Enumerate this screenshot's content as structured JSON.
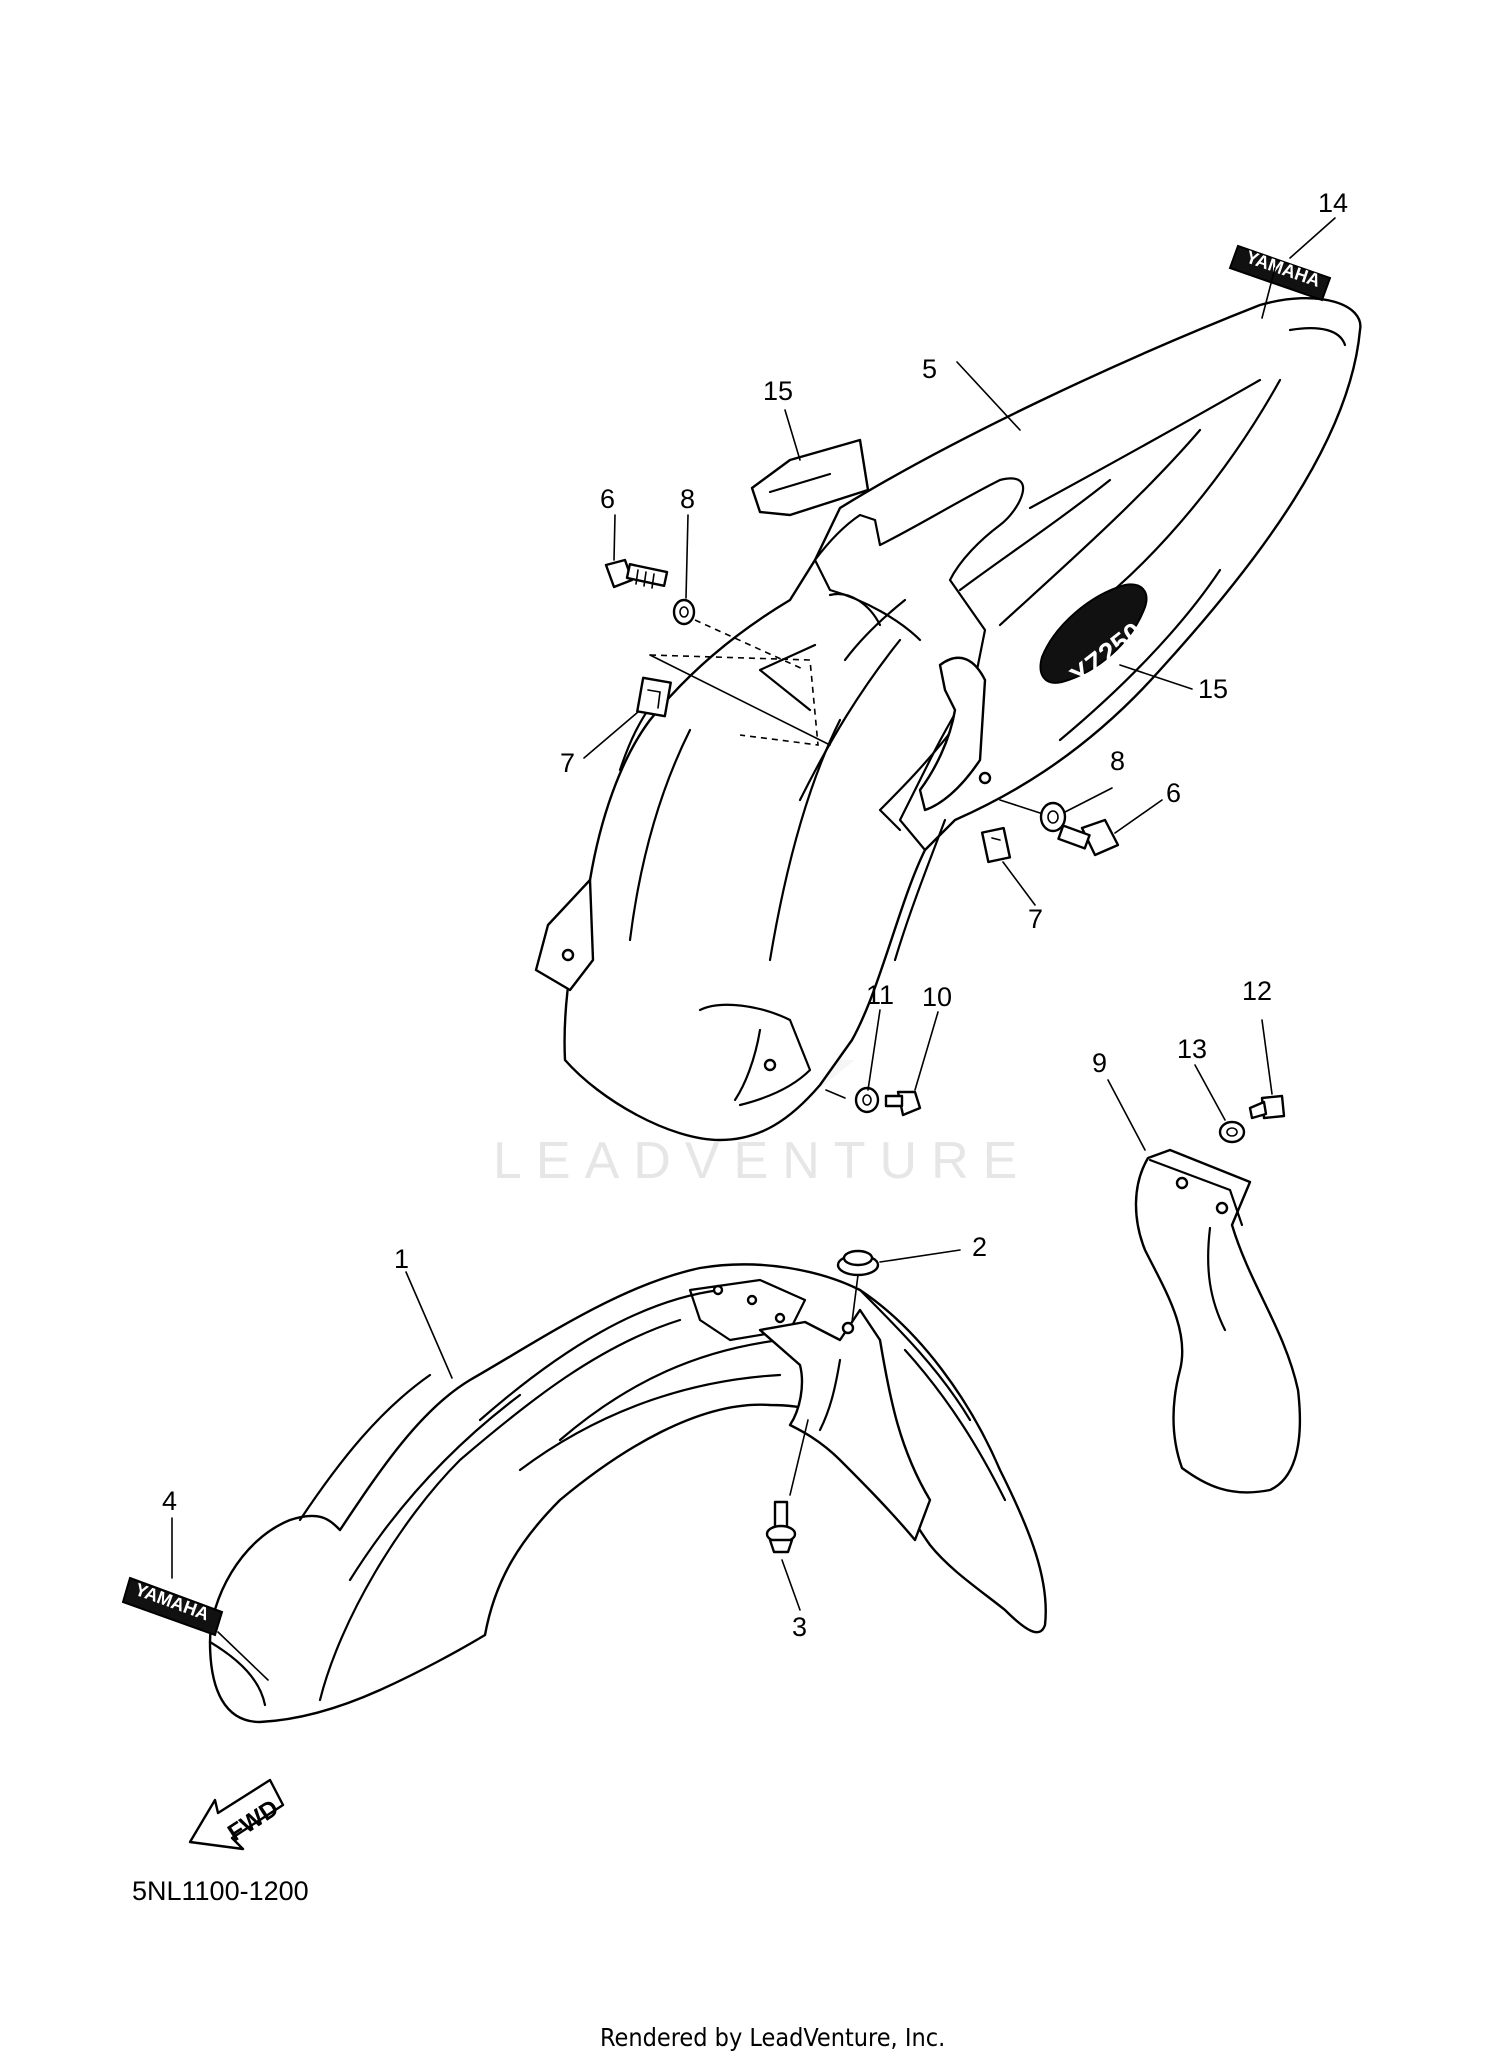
{
  "diagram": {
    "part_code": "5NL1100-1200",
    "footer": "Rendered by LeadVenture, Inc.",
    "watermark": "LEADVENTURE",
    "decals": {
      "rear_fender_top": "YAMAHA",
      "rear_fender_side": "YZ250",
      "front_fender": "YAMAHA"
    },
    "direction_label": "FWD",
    "callouts": [
      {
        "id": "c1",
        "label": "1"
      },
      {
        "id": "c2",
        "label": "2"
      },
      {
        "id": "c3",
        "label": "3"
      },
      {
        "id": "c4",
        "label": "4"
      },
      {
        "id": "c5",
        "label": "5"
      },
      {
        "id": "c6a",
        "label": "6"
      },
      {
        "id": "c6b",
        "label": "6"
      },
      {
        "id": "c7a",
        "label": "7"
      },
      {
        "id": "c7b",
        "label": "7"
      },
      {
        "id": "c8a",
        "label": "8"
      },
      {
        "id": "c8b",
        "label": "8"
      },
      {
        "id": "c9",
        "label": "9"
      },
      {
        "id": "c10",
        "label": "10"
      },
      {
        "id": "c11",
        "label": "11"
      },
      {
        "id": "c12",
        "label": "12"
      },
      {
        "id": "c13",
        "label": "13"
      },
      {
        "id": "c14",
        "label": "14"
      },
      {
        "id": "c15a",
        "label": "15"
      },
      {
        "id": "c15b",
        "label": "15"
      }
    ]
  }
}
